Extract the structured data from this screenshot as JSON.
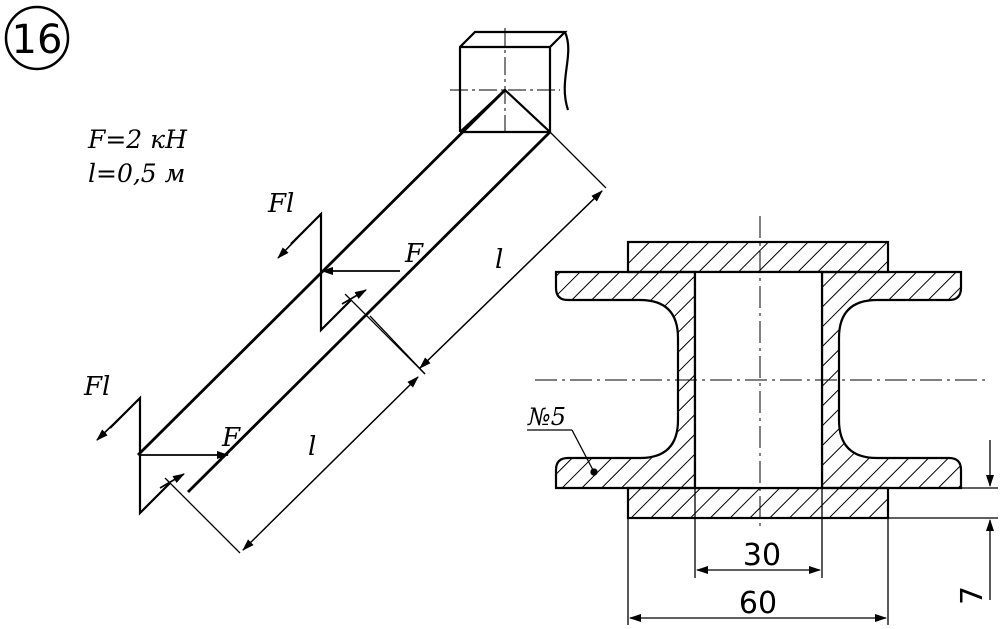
{
  "problem": {
    "number": "16"
  },
  "given": {
    "force": "F=2 кН",
    "length": "l=0,5 м"
  },
  "beam": {
    "moment_label_1": "Fl",
    "force_label_1": "F",
    "length_label_1": "l",
    "moment_label_2": "Fl",
    "force_label_2": "F",
    "length_label_2": "l"
  },
  "section": {
    "channel_label": "№5",
    "inner_width": "30",
    "outer_width": "60",
    "thickness": "7"
  }
}
